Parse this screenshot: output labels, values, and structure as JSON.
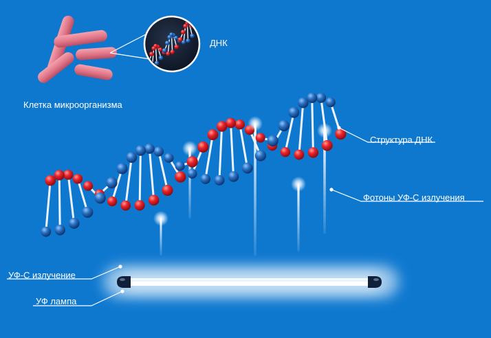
{
  "labels": {
    "cell": "Клетка микроорганизма",
    "dna_zoom": "ДНК",
    "dna_structure": "Структура ДНК",
    "photons": "Фотоны УФ-С излучения",
    "uv_radiation": "УФ-С излучение",
    "uv_lamp": "УФ лампа"
  },
  "colors": {
    "background": "#0e78cf",
    "base_red": "#e8242a",
    "base_blue": "#1a5fb0",
    "bacteria": "#e27b8c",
    "lamp_glow": "#ffffff"
  }
}
